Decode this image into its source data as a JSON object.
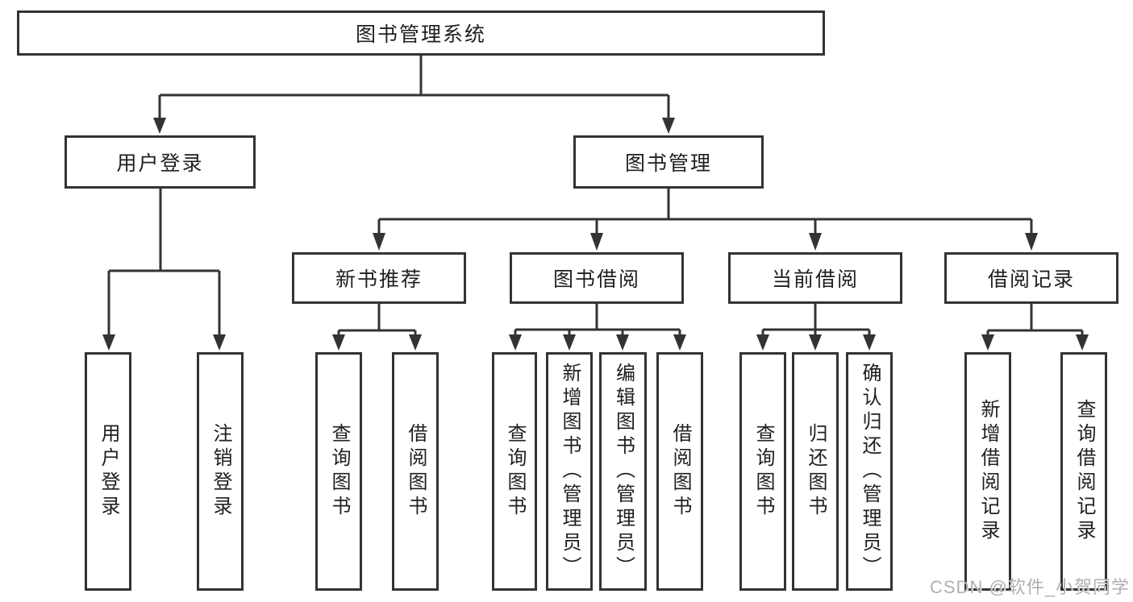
{
  "diagram_title": "图书管理系统",
  "tree": {
    "label": "图书管理系统",
    "children": [
      {
        "label": "用户登录",
        "children": [
          {
            "label": "用户登录"
          },
          {
            "label": "注销登录"
          }
        ]
      },
      {
        "label": "图书管理",
        "children": [
          {
            "label": "新书推荐",
            "children": [
              {
                "label": "查询图书"
              },
              {
                "label": "借阅图书"
              }
            ]
          },
          {
            "label": "图书借阅",
            "children": [
              {
                "label": "查询图书"
              },
              {
                "label": "新增图书（管理员）"
              },
              {
                "label": "编辑图书（管理员）"
              },
              {
                "label": "借阅图书"
              }
            ]
          },
          {
            "label": "当前借阅",
            "children": [
              {
                "label": "查询图书"
              },
              {
                "label": "归还图书"
              },
              {
                "label": "确认归还（管理员）"
              }
            ]
          },
          {
            "label": "借阅记录",
            "children": [
              {
                "label": "新增借阅记录"
              },
              {
                "label": "查询借阅记录"
              }
            ]
          }
        ]
      }
    ]
  },
  "watermark": "CSDN @软件_小贺同学",
  "colors": {
    "line": "#333333",
    "text": "#1f1f1f",
    "watermark": "#b0b0b0",
    "background": "#ffffff"
  }
}
